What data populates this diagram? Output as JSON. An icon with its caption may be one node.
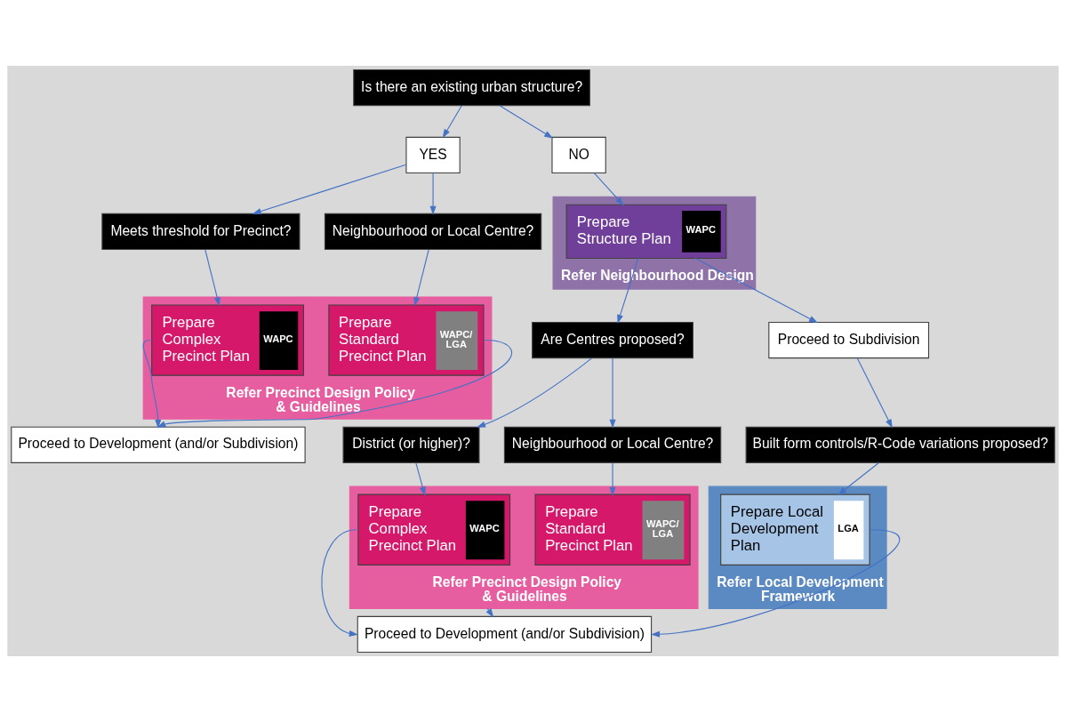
{
  "diagram": {
    "nodes": [
      {
        "text": [
          "Is there an existing urban structure?"
        ]
      },
      {
        "text": [
          "YES"
        ]
      },
      {
        "text": [
          "NO"
        ]
      },
      {
        "text": [
          "Meets threshold for Precinct?"
        ]
      },
      {
        "text": [
          "Neighbourhood or Local Centre?"
        ]
      },
      {
        "text": [
          "Refer Precinct Design Policy & Guidelines"
        ]
      },
      {
        "text": [
          "Prepare Complex Precinct Plan",
          "WAPC"
        ],
        "in": 5
      },
      {
        "text": [
          "Prepare Standard Precinct Plan",
          "WAPC/ LGA"
        ],
        "in": 5
      },
      {
        "text": [
          "Proceed to Development (and/or Subdivision)"
        ]
      },
      {
        "text": [
          "Refer Neighbourhood Design"
        ]
      },
      {
        "text": [
          "Prepare Structure Plan",
          "WAPC"
        ],
        "in": 9
      },
      {
        "text": [
          "Are Centres proposed?"
        ]
      },
      {
        "text": [
          "Proceed to Subdivision"
        ]
      },
      {
        "text": [
          "District (or higher)?"
        ]
      },
      {
        "text": [
          "Neighbourhood or Local Centre?"
        ]
      },
      {
        "text": [
          "Built form controls/R-Code variations proposed?"
        ]
      },
      {
        "text": [
          "Refer Precinct Design Policy & Guidelines"
        ]
      },
      {
        "text": [
          "Prepare Complex Precinct Plan",
          "WAPC"
        ],
        "in": 16
      },
      {
        "text": [
          "Prepare Standard Precinct Plan",
          "WAPC/ LGA"
        ],
        "in": 16
      },
      {
        "text": [
          "Refer Local Development Framework"
        ]
      },
      {
        "text": [
          "Prepare Local Development Plan",
          "LGA"
        ],
        "in": 19
      },
      {
        "text": [
          "Proceed to Development (and/or Subdivision)"
        ]
      }
    ],
    "edges": [
      {
        "from": 0,
        "to": 1,
        "arrow": "to"
      },
      {
        "from": 0,
        "to": 2,
        "arrow": "to"
      },
      {
        "from": 1,
        "to": 3,
        "arrow": "to"
      },
      {
        "from": 1,
        "to": 4,
        "arrow": "to"
      },
      {
        "from": 3,
        "to": 6,
        "arrow": "to"
      },
      {
        "from": 4,
        "to": 7,
        "arrow": "to"
      },
      {
        "from": 6,
        "to": 8,
        "arrow": "to"
      },
      {
        "from": 7,
        "to": 8,
        "arrow": "to"
      },
      {
        "from": 2,
        "to": 10,
        "arrow": "to"
      },
      {
        "from": 10,
        "to": 11,
        "arrow": "to"
      },
      {
        "from": 10,
        "to": 12,
        "arrow": "to"
      },
      {
        "from": 11,
        "to": 13,
        "arrow": "to"
      },
      {
        "from": 11,
        "to": 14,
        "arrow": "to"
      },
      {
        "from": 12,
        "to": 15,
        "arrow": "to"
      },
      {
        "from": 13,
        "to": 17,
        "arrow": "to"
      },
      {
        "from": 14,
        "to": 18,
        "arrow": "to"
      },
      {
        "from": 15,
        "to": 20,
        "arrow": "to"
      },
      {
        "from": 17,
        "to": 21,
        "arrow": "to"
      },
      {
        "from": 16,
        "to": 21,
        "arrow": "to"
      },
      {
        "from": 20,
        "to": 21,
        "arrow": "to"
      }
    ]
  }
}
